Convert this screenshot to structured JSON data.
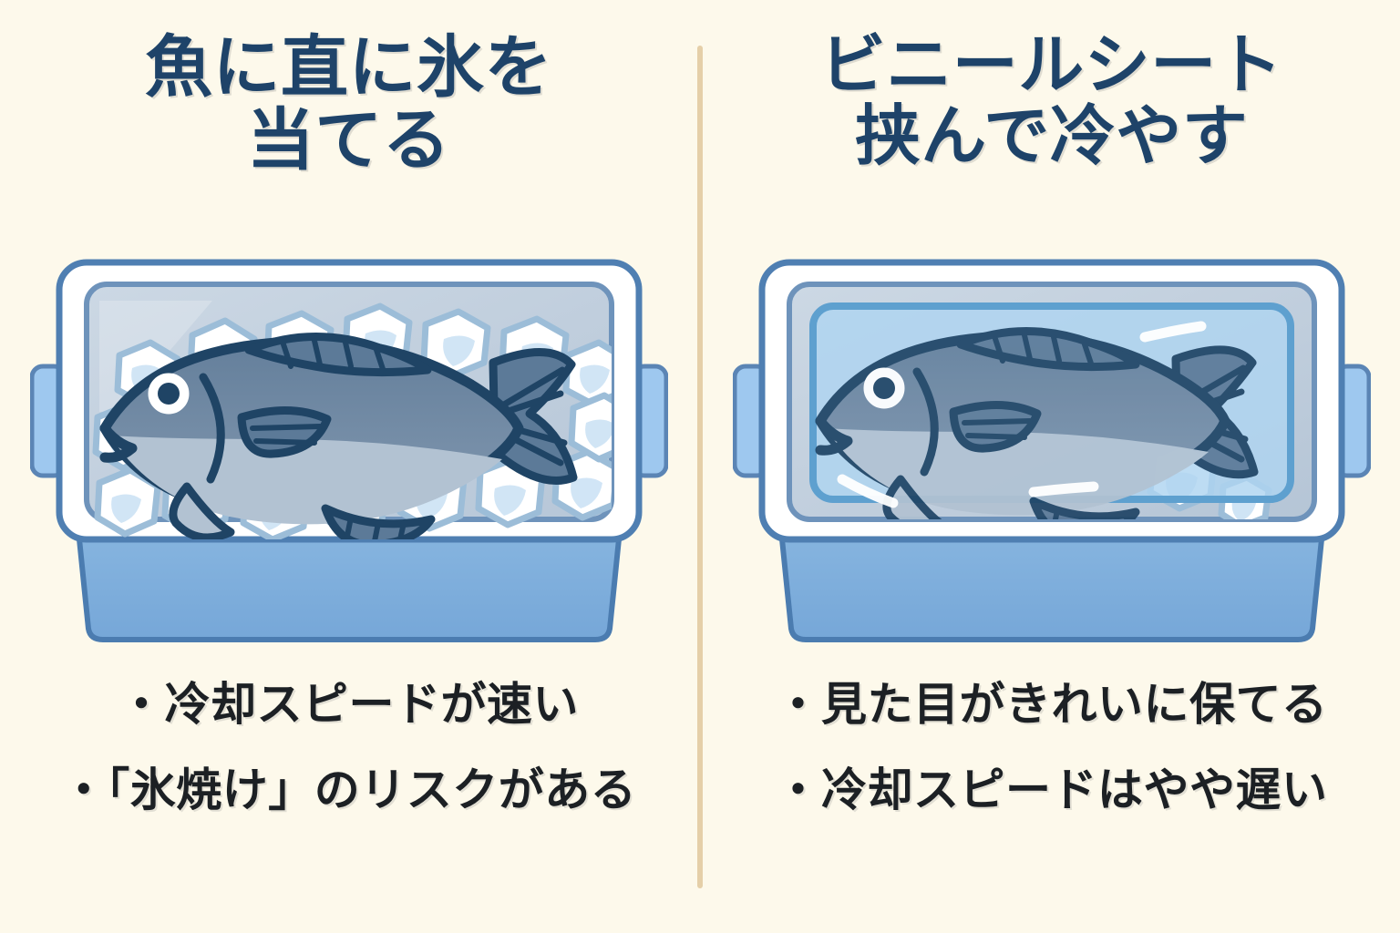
{
  "background_color": "#fdf9eb",
  "divider": {
    "color": "#e5cfa8"
  },
  "palette": {
    "title_navy": "#1e4369",
    "bullet_charcoal": "#1c2024",
    "cooler_stroke": "#5b85b5",
    "cooler_body": "#7faedc",
    "cooler_body_stroke": "#4b7cb0",
    "cooler_rim_white": "#ffffff",
    "tray_fill": "#c3d0dd",
    "tray_stroke": "#6e93bb",
    "handle_fill": "#9ec8ef",
    "ice_white": "#ffffff",
    "ice_stroke": "#9cbdd8",
    "ice_shade": "#cfe4f5",
    "fish_outline": "#1f4465",
    "fish_back": "#6f89a4",
    "fish_belly": "#b2c2d2",
    "fish_fin": "#5c7a98",
    "sheet_fill": "#aed4f0",
    "sheet_stroke": "#5ea0cf",
    "sheet_highlight": "#ffffff"
  },
  "panels": [
    {
      "id": "direct-ice",
      "title": "魚に直に氷を\n当てる",
      "illustration": {
        "name": "cooler-with-fish-on-ice",
        "description": "青いクーラーボックスに氷を敷き詰め、その上に魚を直接置いた図",
        "has_ice_bed": true,
        "has_plastic_sheet": false,
        "ice_cube_count": 18
      },
      "bullets": [
        "・冷却スピードが速い",
        "・「氷焼け」のリスクがある"
      ]
    },
    {
      "id": "plastic-sheet",
      "title": "ビニールシート\n挟んで冷やす",
      "illustration": {
        "name": "cooler-with-fish-under-plastic-sheet",
        "description": "青いクーラーボックス内で魚をビニールシートで覆って冷やす図",
        "has_ice_bed": false,
        "has_plastic_sheet": true,
        "ice_cube_count": 2
      },
      "bullets": [
        "・見た目がきれいに保てる",
        "・冷却スピードはやや遅い"
      ]
    }
  ]
}
